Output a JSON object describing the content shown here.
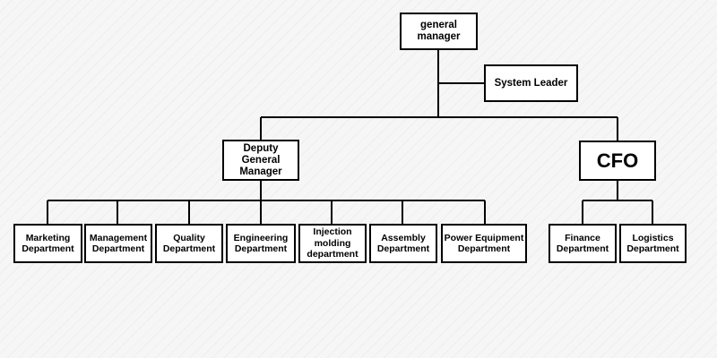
{
  "org_chart": {
    "general_manager": "general\nmanager",
    "system_leader": "System Leader",
    "deputy_general_manager": "Deputy\nGeneral\nManager",
    "cfo": "CFO",
    "deputy_departments": [
      "Marketing\nDepartment",
      "Management\nDepartment",
      "Quality\nDepartment",
      "Engineering\nDepartment",
      "Injection\nmolding\ndepartment",
      "Assembly\nDepartment",
      "Power Equipment\nDepartment"
    ],
    "cfo_departments": [
      "Finance\nDepartment",
      "Logistics\nDepartment"
    ]
  }
}
